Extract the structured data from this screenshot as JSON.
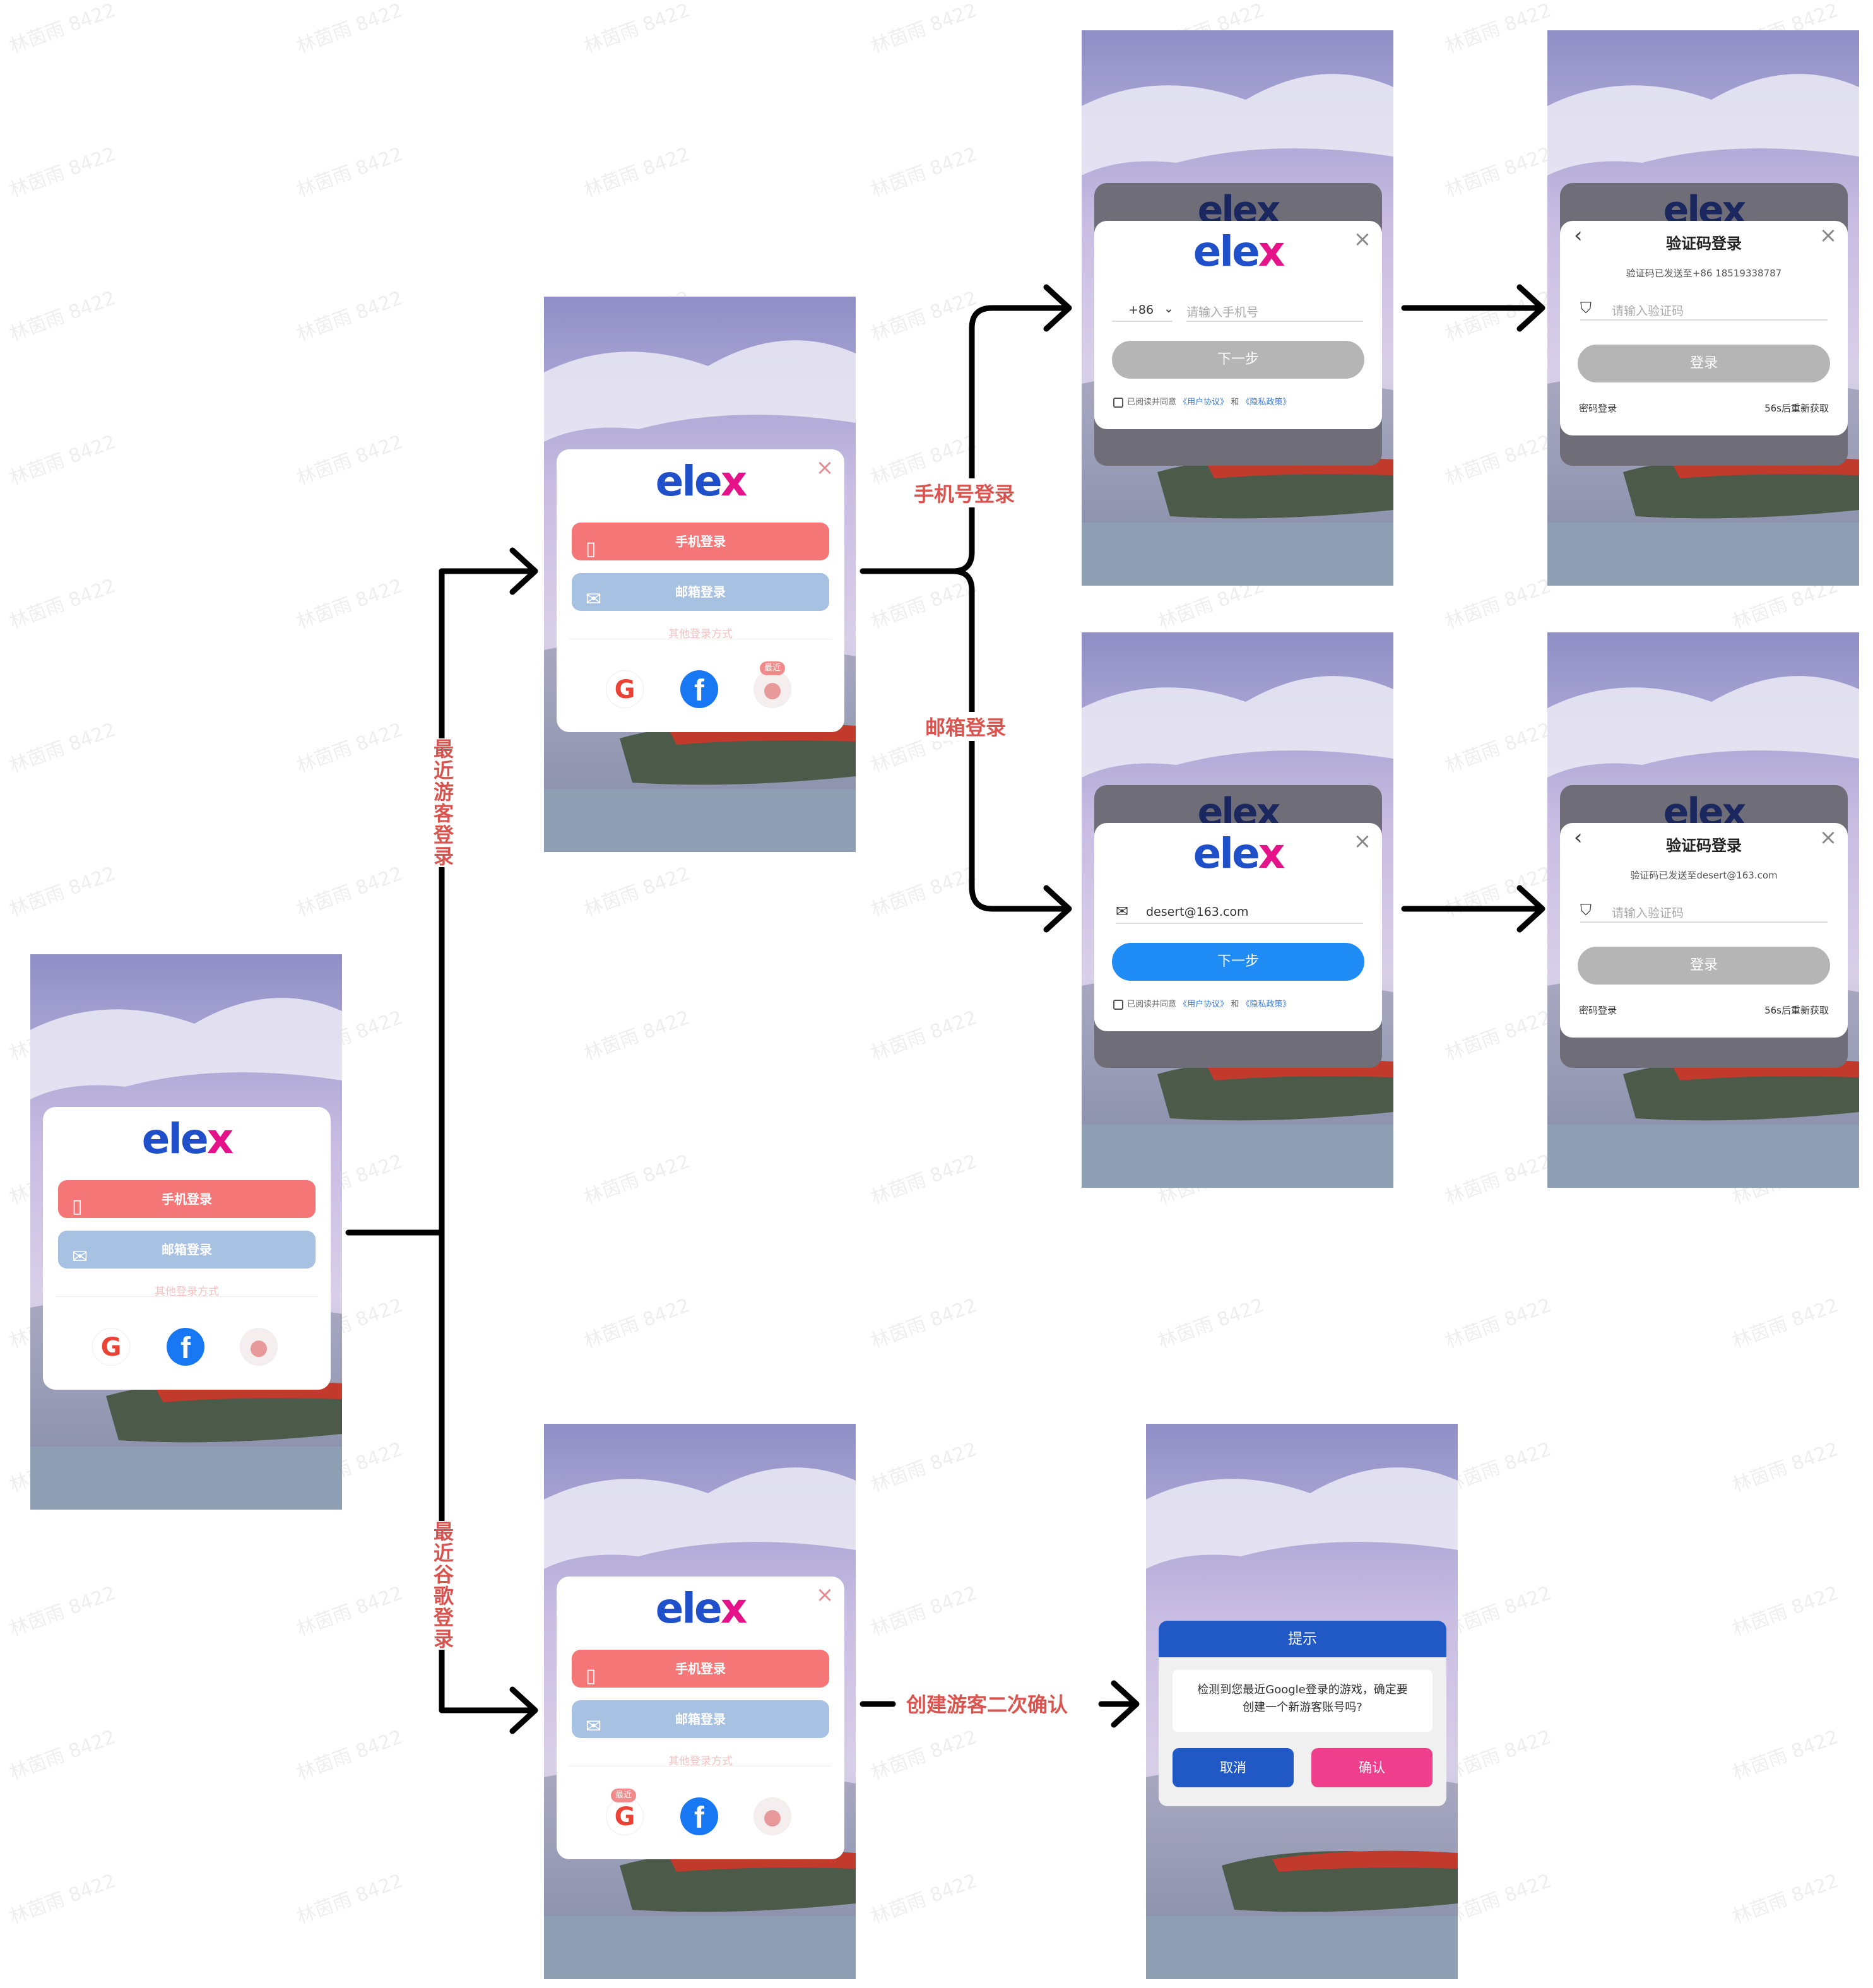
{
  "watermark": "林茵雨 8422",
  "login_card": {
    "logo_el": "ele",
    "logo_x": "x",
    "phone_login": "手机登录",
    "email_login": "邮箱登录",
    "other_methods": "其他登录方式",
    "recent_badge": "最近"
  },
  "flow_labels": {
    "recent_guest": "最近游客登录",
    "recent_google": "最近谷歌登录",
    "phone_login": "手机号登录",
    "email_login": "邮箱登录",
    "guest_confirm": "创建游客二次确认"
  },
  "phone_form": {
    "country_code": "+86",
    "phone_placeholder": "请输入手机号",
    "next_button": "下一步",
    "agree_prefix": "已阅读并同意",
    "user_agreement": "《用户协议》",
    "and": "和",
    "privacy_policy": "《隐私政策》"
  },
  "email_form": {
    "email_value": "desert@163.com",
    "next_button": "下一步"
  },
  "verify_phone": {
    "title": "验证码登录",
    "sent_to": "验证码已发送至+86 18519338787",
    "code_placeholder": "请输入验证码",
    "login_button": "登录",
    "password_login": "密码登录",
    "resend": "56s后重新获取"
  },
  "verify_email": {
    "title": "验证码登录",
    "sent_to": "验证码已发送至desert@163.com",
    "code_placeholder": "请输入验证码",
    "login_button": "登录",
    "password_login": "密码登录",
    "resend": "56s后重新获取"
  },
  "dialog": {
    "title": "提示",
    "message_line1": "检测到您最近Google登录的游戏，确定要",
    "message_line2": "创建一个新游客账号吗?",
    "cancel": "取消",
    "confirm": "确认"
  },
  "colors": {
    "arrow": "#000000",
    "label_red": "#d9534f",
    "phone_btn": "#f47677",
    "mail_btn": "#a7c1e2",
    "logo_blue": "#1f4fc9",
    "logo_pink": "#e6128a",
    "dialog_blue": "#2058c6",
    "dialog_pink": "#ef3e8c"
  }
}
